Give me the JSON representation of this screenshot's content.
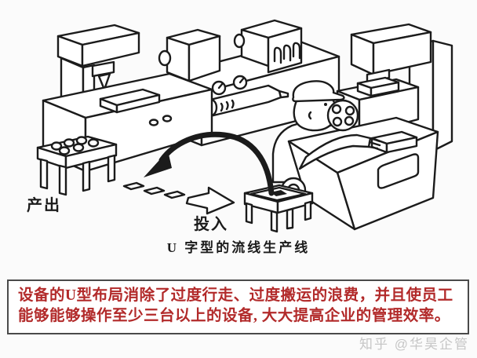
{
  "diagram": {
    "caption": "U 字型的流线生产线",
    "output_label": "产出",
    "input_label": "投入",
    "elements": [
      "drill-press-machine-left",
      "lathe-machine-center",
      "c-frame-press-machine-right",
      "output-parts-bin",
      "worker-holding-wheel",
      "work-table",
      "input-parts-stool",
      "u-flow-curved-arrow",
      "input-direction-arrow",
      "parts-trail"
    ]
  },
  "note": {
    "line1": "设备的U型布局消除了过度行走、过度搬运的浪费，并且使员工",
    "line2": "能够能够操作至少三台以上的设备, 大大提高企业的管理效率。"
  },
  "watermark": "知乎 @华昊企管",
  "colors": {
    "ink": "#1b1b1b",
    "note_text": "#b22a2a",
    "note_border": "#4a4a4a",
    "watermark": "#c6c6c6",
    "background": "#fbfbfb"
  }
}
